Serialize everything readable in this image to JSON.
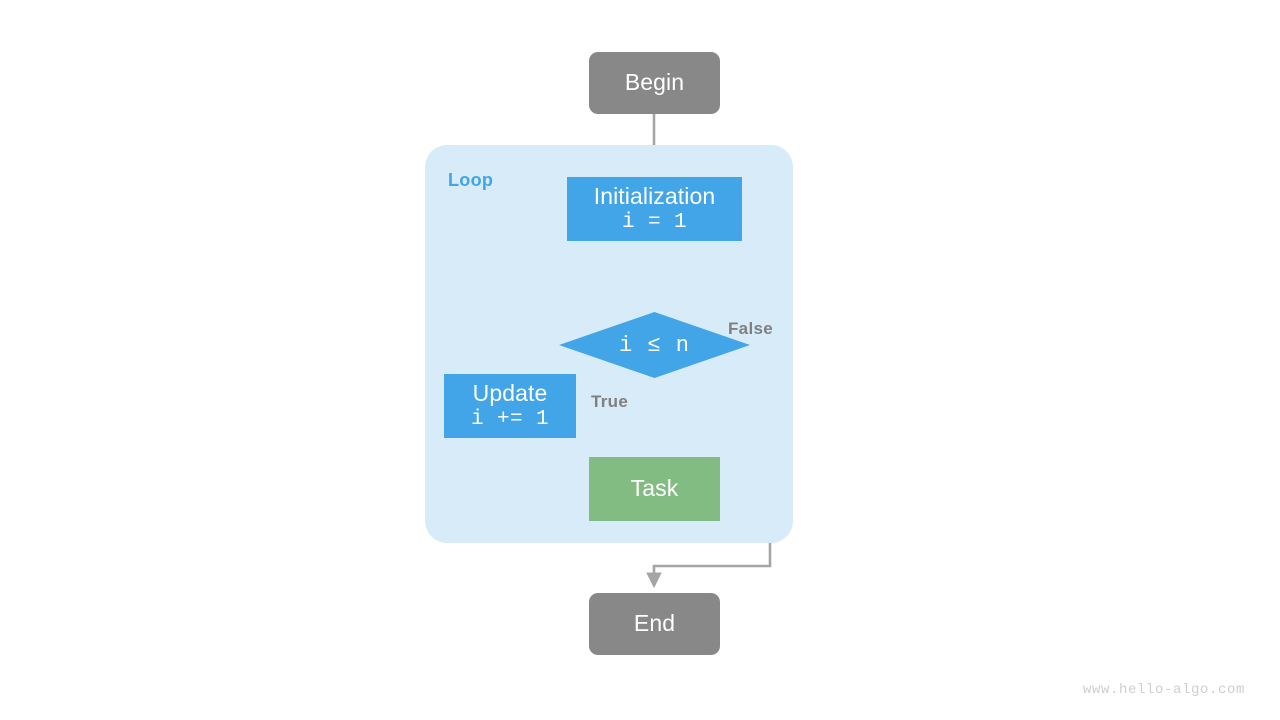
{
  "diagram": {
    "type": "flowchart",
    "watermark": "www.hello-algo.com",
    "container": {
      "label": "Loop",
      "color": "#D8EBF9",
      "label_color": "#42A5E8"
    },
    "colors": {
      "terminal": "#888888",
      "process": "#42A5E8",
      "task": "#83BC83",
      "edge": "#A5A5A5",
      "edge_label": "#808080",
      "node_text": "#FFFFFF",
      "background": "#FFFFFF"
    },
    "nodes": [
      {
        "id": "begin",
        "shape": "rounded-rect",
        "title": "Begin",
        "code": "",
        "color": "#888888"
      },
      {
        "id": "initialization",
        "shape": "rect",
        "title": "Initialization",
        "code": "i = 1",
        "color": "#42A5E8"
      },
      {
        "id": "decision",
        "shape": "diamond",
        "title": "i ≤ n",
        "code": "",
        "color": "#42A5E8"
      },
      {
        "id": "update",
        "shape": "rect",
        "title": "Update",
        "code": "i += 1",
        "color": "#42A5E8"
      },
      {
        "id": "task",
        "shape": "rect",
        "title": "Task",
        "code": "",
        "color": "#83BC83"
      },
      {
        "id": "end",
        "shape": "rounded-rect",
        "title": "End",
        "code": "",
        "color": "#888888"
      }
    ],
    "edge_labels": {
      "true": "True",
      "false": "False"
    },
    "edges": [
      {
        "from": "begin",
        "to": "decision",
        "label": ""
      },
      {
        "from": "initialization",
        "to": "decision",
        "label": ""
      },
      {
        "from": "decision",
        "to": "task",
        "label": "True"
      },
      {
        "from": "decision",
        "to": "end",
        "label": "False"
      },
      {
        "from": "task",
        "to": "update",
        "label": ""
      },
      {
        "from": "update",
        "to": "decision",
        "label": ""
      }
    ]
  }
}
